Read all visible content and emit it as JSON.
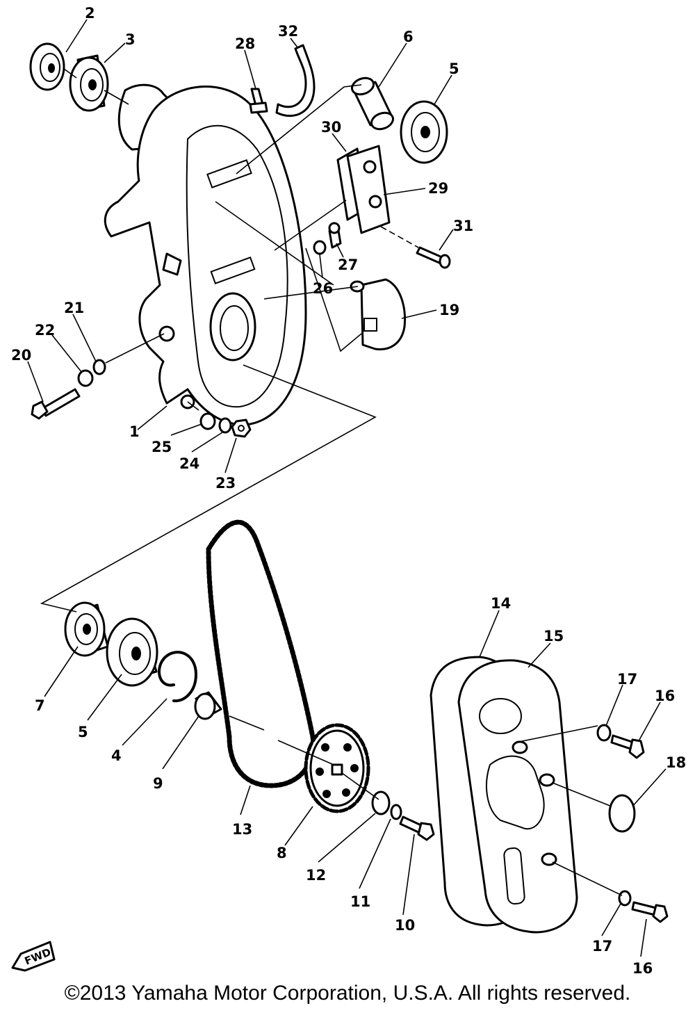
{
  "diagram": {
    "callouts": [
      {
        "id": "2",
        "label": "2"
      },
      {
        "id": "3",
        "label": "3"
      },
      {
        "id": "28",
        "label": "28"
      },
      {
        "id": "32",
        "label": "32"
      },
      {
        "id": "6",
        "label": "6"
      },
      {
        "id": "5a",
        "label": "5"
      },
      {
        "id": "30",
        "label": "30"
      },
      {
        "id": "29",
        "label": "29"
      },
      {
        "id": "31",
        "label": "31"
      },
      {
        "id": "27",
        "label": "27"
      },
      {
        "id": "26",
        "label": "26"
      },
      {
        "id": "19",
        "label": "19"
      },
      {
        "id": "21",
        "label": "21"
      },
      {
        "id": "22",
        "label": "22"
      },
      {
        "id": "20",
        "label": "20"
      },
      {
        "id": "1",
        "label": "1"
      },
      {
        "id": "25",
        "label": "25"
      },
      {
        "id": "24",
        "label": "24"
      },
      {
        "id": "23",
        "label": "23"
      },
      {
        "id": "14",
        "label": "14"
      },
      {
        "id": "15",
        "label": "15"
      },
      {
        "id": "17a",
        "label": "17"
      },
      {
        "id": "16a",
        "label": "16"
      },
      {
        "id": "18",
        "label": "18"
      },
      {
        "id": "7",
        "label": "7"
      },
      {
        "id": "5b",
        "label": "5"
      },
      {
        "id": "4",
        "label": "4"
      },
      {
        "id": "9",
        "label": "9"
      },
      {
        "id": "13",
        "label": "13"
      },
      {
        "id": "8",
        "label": "8"
      },
      {
        "id": "12",
        "label": "12"
      },
      {
        "id": "11",
        "label": "11"
      },
      {
        "id": "10",
        "label": "10"
      },
      {
        "id": "17b",
        "label": "17"
      },
      {
        "id": "16b",
        "label": "16"
      }
    ],
    "fwd_label": "FWD"
  },
  "copyright": "©2013 Yamaha Motor Corporation, U.S.A. All rights reserved."
}
